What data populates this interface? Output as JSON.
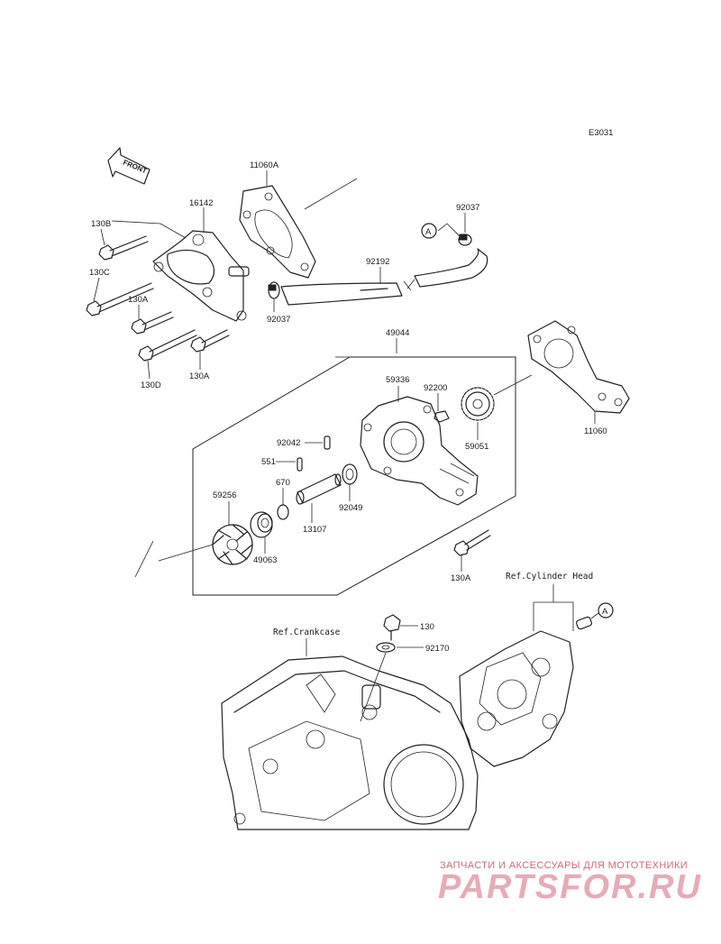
{
  "diagram_code": "E3031",
  "front_label": "FRONT",
  "callout_letter": "A",
  "refs": {
    "cylinder_head": "Ref.Cylinder Head",
    "crankcase": "Ref.Crankcase"
  },
  "parts": {
    "p11060A": "11060A",
    "p16142": "16142",
    "p130B": "130B",
    "p130C": "130C",
    "p130A_1": "130A",
    "p130D": "130D",
    "p130A_2": "130A",
    "p92037_1": "92037",
    "p92037_2": "92037",
    "p92192": "92192",
    "p49044": "49044",
    "p59336": "59336",
    "p92200": "92200",
    "p59051": "59051",
    "p11060": "11060",
    "p92042": "92042",
    "p551": "551",
    "p670": "670",
    "p59256": "59256",
    "p13107": "13107",
    "p92049": "92049",
    "p49063": "49063",
    "p130A_3": "130A",
    "p130": "130",
    "p92170": "92170"
  },
  "watermark": {
    "tagline": "ЗАПЧАСТИ И АКСЕССУАРЫ ДЛЯ МОТОТЕХНИКИ",
    "logo": "PARTSFOR.RU"
  },
  "colors": {
    "line": "#222222",
    "watermark": "#d4677a"
  }
}
